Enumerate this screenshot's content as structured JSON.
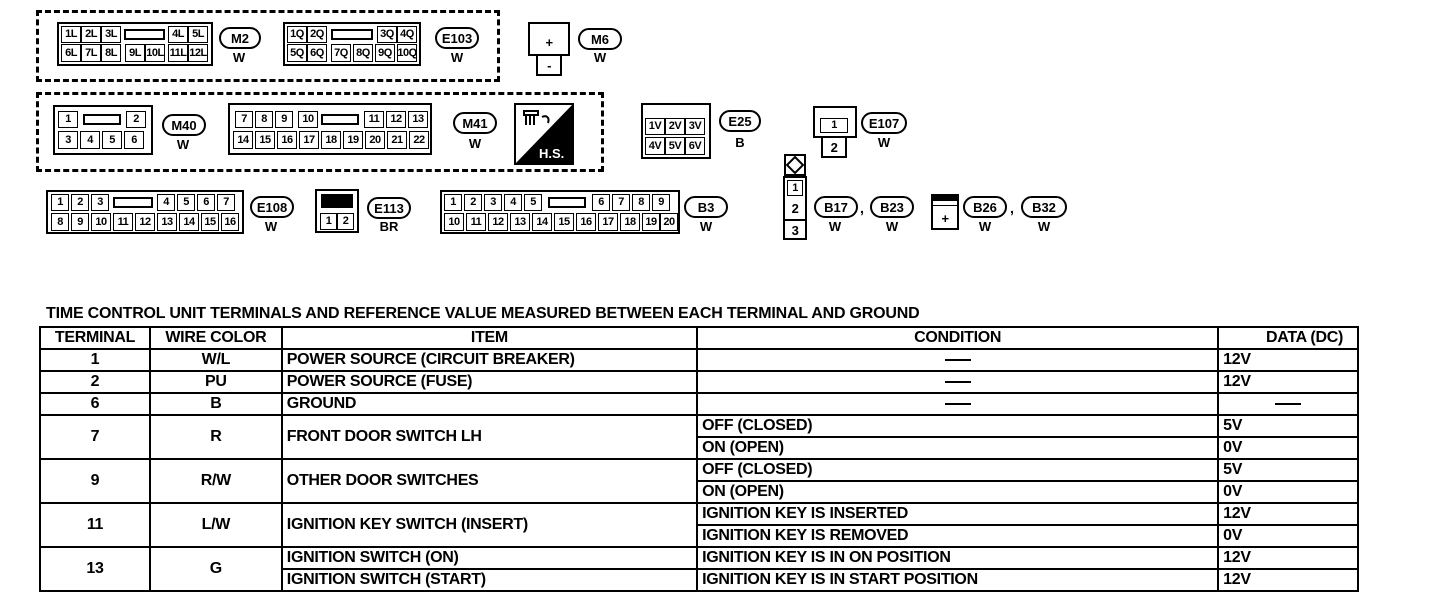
{
  "connectors": {
    "m2": {
      "name": "M2",
      "color": "W",
      "top": [
        "1L",
        "2L",
        "3L",
        "4L",
        "5L"
      ],
      "bottom": [
        "6L",
        "7L",
        "8L",
        "9L",
        "10L",
        "11L",
        "12L"
      ]
    },
    "e103": {
      "name": "E103",
      "color": "W",
      "top": [
        "1Q",
        "2Q",
        "3Q",
        "4Q"
      ],
      "bottom": [
        "5Q",
        "6Q",
        "7Q",
        "8Q",
        "9Q",
        "10Q"
      ]
    },
    "m6": {
      "name": "M6",
      "color": "W",
      "pins": [
        "+",
        "-"
      ]
    },
    "m40": {
      "name": "M40",
      "color": "W",
      "top": [
        "1",
        "2"
      ],
      "bottom": [
        "3",
        "4",
        "5",
        "6"
      ]
    },
    "m41": {
      "name": "M41",
      "color": "W",
      "top": [
        "7",
        "8",
        "9",
        "10",
        "11",
        "12",
        "13"
      ],
      "bottom": [
        "14",
        "15",
        "16",
        "17",
        "18",
        "19",
        "20",
        "21",
        "22"
      ]
    },
    "hs": {
      "label": "H.S."
    },
    "e25": {
      "name": "E25",
      "color": "B",
      "top": [
        "1V",
        "2V",
        "3V"
      ],
      "bottom": [
        "4V",
        "5V",
        "6V"
      ]
    },
    "e107": {
      "name": "E107",
      "color": "W",
      "pins": [
        "1",
        "2"
      ]
    },
    "e108": {
      "name": "E108",
      "color": "W",
      "top": [
        "1",
        "2",
        "3",
        "4",
        "5",
        "6",
        "7"
      ],
      "bottom": [
        "8",
        "9",
        "10",
        "11",
        "12",
        "13",
        "14",
        "15",
        "16"
      ]
    },
    "e113": {
      "name": "E113",
      "color": "BR",
      "pins": [
        "1",
        "2"
      ]
    },
    "b3": {
      "name": "B3",
      "color": "W",
      "top": [
        "1",
        "2",
        "3",
        "4",
        "5",
        "6",
        "7",
        "8",
        "9"
      ],
      "bottom": [
        "10",
        "11",
        "12",
        "13",
        "14",
        "15",
        "16",
        "17",
        "18",
        "19",
        "20"
      ]
    },
    "b17": {
      "name": "B17",
      "color": "W",
      "pins": [
        "1",
        "2",
        "3"
      ]
    },
    "b23": {
      "name": "B23",
      "color": "W"
    },
    "b26": {
      "name": "B26",
      "color": "W",
      "pins": [
        "+"
      ]
    },
    "b32": {
      "name": "B32",
      "color": "W"
    }
  },
  "table": {
    "title": "TIME CONTROL UNIT TERMINALS AND REFERENCE VALUE MEASURED BETWEEN EACH TERMINAL AND GROUND",
    "headers": [
      "TERMINAL",
      "WIRE COLOR",
      "ITEM",
      "CONDITION",
      "DATA (DC)"
    ],
    "rows": [
      {
        "terminal": "1",
        "wire": "W/L",
        "item": "POWER SOURCE (CIRCUIT BREAKER)",
        "condition": "—",
        "data": "12V"
      },
      {
        "terminal": "2",
        "wire": "PU",
        "item": "POWER SOURCE (FUSE)",
        "condition": "—",
        "data": "12V"
      },
      {
        "terminal": "6",
        "wire": "B",
        "item": "GROUND",
        "condition": "—",
        "data": "—"
      },
      {
        "terminal": "7",
        "wire": "R",
        "item": "FRONT DOOR SWITCH LH",
        "cond1": "OFF (CLOSED)",
        "data1": "5V",
        "cond2": "ON (OPEN)",
        "data2": "0V"
      },
      {
        "terminal": "9",
        "wire": "R/W",
        "item": "OTHER DOOR SWITCHES",
        "cond1": "OFF (CLOSED)",
        "data1": "5V",
        "cond2": "ON (OPEN)",
        "data2": "0V"
      },
      {
        "terminal": "11",
        "wire": "L/W",
        "item": "IGNITION KEY SWITCH (INSERT)",
        "cond1": "IGNITION KEY IS INSERTED",
        "data1": "12V",
        "cond2": "IGNITION KEY IS REMOVED",
        "data2": "0V"
      },
      {
        "terminal": "13",
        "wire": "G",
        "item1": "IGNITION SWITCH (ON)",
        "cond1": "IGNITION KEY IS IN ON POSITION",
        "data1": "12V",
        "item2": "IGNITION SWITCH (START)",
        "cond2": "IGNITION KEY IS IN START POSITION",
        "data2": "12V"
      }
    ]
  }
}
